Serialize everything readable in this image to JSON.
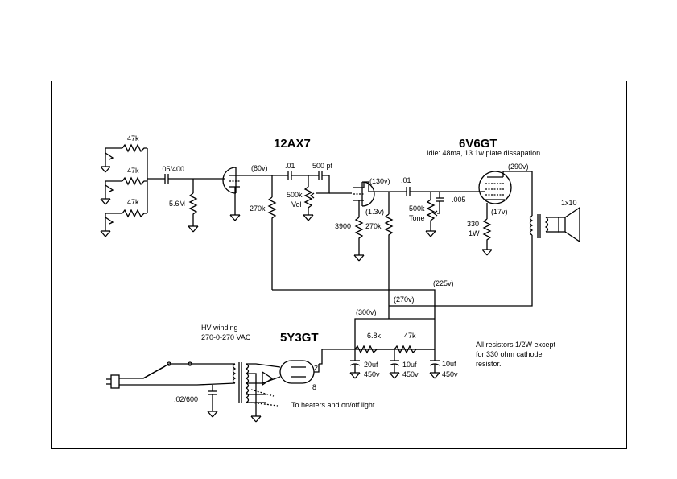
{
  "tubes": {
    "preamp": "12AX7",
    "power": "6V6GT",
    "rectifier": "5Y3GT"
  },
  "idle_note": "Idle: 48ma, 13.1w plate dissapation",
  "input_resistors": [
    "47k",
    "47k",
    "47k"
  ],
  "components": {
    "input_cap": ".05/400",
    "grid_resistor": "5.6M",
    "coupling_cap_1": ".01",
    "bright_cap": "500 pf",
    "volume_pot": "500k",
    "volume_label": "Vol",
    "plate_resistor_1": "270k",
    "cathode_resistor_1": "3900",
    "plate_resistor_2": "270k",
    "coupling_cap_2": ".01",
    "tone_pot": "500k",
    "tone_label": "Tone",
    "tone_cap": ".005",
    "cathode_resistor_2": "330",
    "cathode_resistor_2_watt": "1W",
    "speaker": "1x10",
    "dropping_resistor_1": "6.8k",
    "dropping_resistor_2": "47k",
    "filter_caps": [
      {
        "value": "20uf",
        "voltage": "450v"
      },
      {
        "value": "10uf",
        "voltage": "450v"
      },
      {
        "value": "10uf",
        "voltage": "450v"
      }
    ],
    "line_cap": ".02/600"
  },
  "voltages": {
    "v1_plate": "(80v)",
    "v2_plate": "(130v)",
    "v2_cathode": "(1.3v)",
    "power_plate": "(290v)",
    "power_cathode": "(17v)",
    "node_225": "(225v)",
    "node_270": "(270v)",
    "node_300": "(300v)"
  },
  "hv_winding": {
    "line1": "HV winding",
    "line2": "270-0-270 VAC"
  },
  "heaters_label": "To heaters and on/off light",
  "pin_labels": {
    "pin2": "2",
    "pin8": "8"
  },
  "note": {
    "line1": "All resistors 1/2W except",
    "line2": "for 330 ohm cathode",
    "line3": "resistor."
  }
}
